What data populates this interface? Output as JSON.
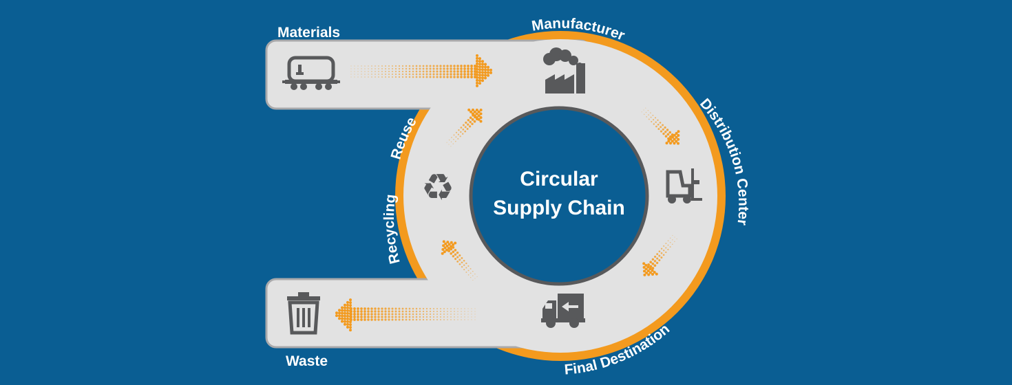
{
  "title": {
    "line1": "Circular",
    "line2": "Supply Chain"
  },
  "stages": {
    "materials": "Materials",
    "manufacturer": "Manufacturer",
    "distribution_center": "Distribution Center",
    "final_destination": "Final Destination",
    "waste": "Waste",
    "recycling": "Recycling",
    "reuse": "Reuse"
  },
  "icons": {
    "materials": "tank-car-icon",
    "manufacturer": "factory-icon",
    "distribution_center": "forklift-icon",
    "final_destination": "delivery-truck-icon",
    "waste": "trash-can-icon",
    "recycling": "recycle-icon"
  },
  "colors": {
    "background": "#0a5e93",
    "track": "#e2e2e2",
    "track_border": "#a9a9ab",
    "accent": "#f39a1e",
    "icon": "#58595b",
    "center_fill": "#0a5e93",
    "text": "#ffffff"
  }
}
